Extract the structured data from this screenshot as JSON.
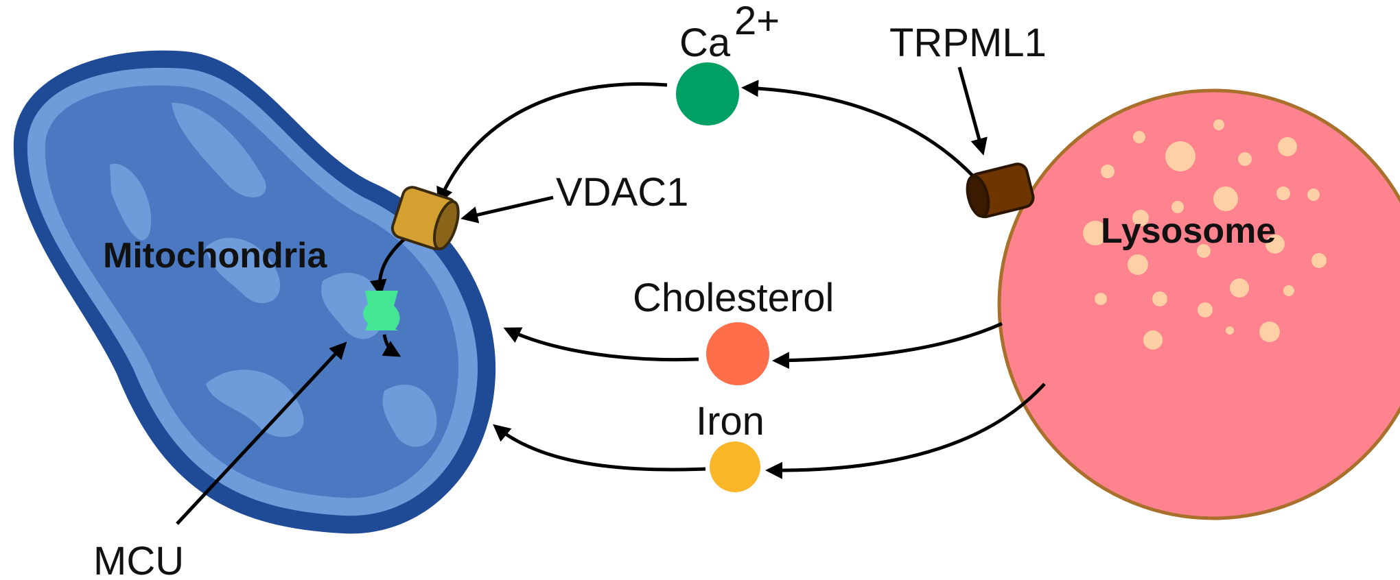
{
  "labels": {
    "mitochondria": "Mitochondria",
    "lysosome": "Lysosome",
    "calcium": "Ca",
    "calcium_charge": "2+",
    "trpml1": "TRPML1",
    "vdac1": "VDAC1",
    "cholesterol": "Cholesterol",
    "iron": "Iron",
    "mcu": "MCU"
  },
  "colors": {
    "mito_outer": "#1E4A96",
    "mito_inner": "#6E9BD9",
    "mito_matrix": "#4A79C2",
    "lysosome_fill": "#FF838E",
    "lysosome_border": "#A8702A",
    "vesicle": "#FFD0A6",
    "calcium": "#00A064",
    "cholesterol": "#FF6E4A",
    "iron": "#FBB529",
    "vdac1": "#D4A032",
    "trpml1": "#6E3500",
    "mcu": "#44E693"
  }
}
